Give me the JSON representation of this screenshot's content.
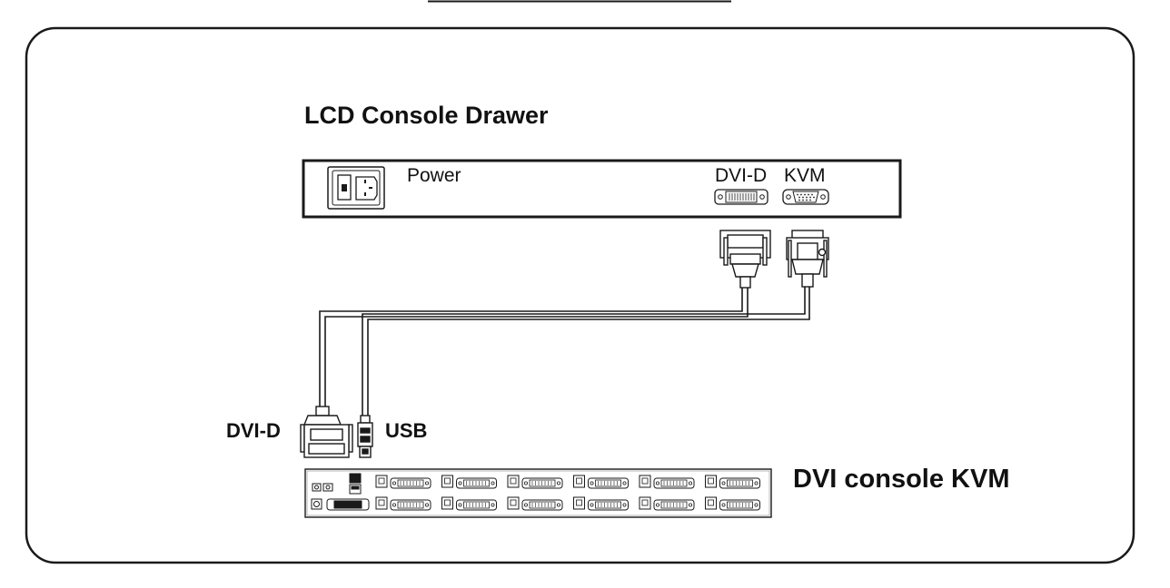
{
  "lcd_drawer": {
    "title": "LCD Console Drawer",
    "power_label": "Power",
    "dvid_port_label": "DVI-D",
    "kvm_port_label": "KVM"
  },
  "cables": {
    "dvid_label": "DVI-D",
    "usb_label": "USB"
  },
  "kvm_switch": {
    "title": "DVI console KVM",
    "port_pairs_per_row": 6,
    "rows": 2
  },
  "colors": {
    "line": "#1a1a1a",
    "background": "#ffffff"
  }
}
